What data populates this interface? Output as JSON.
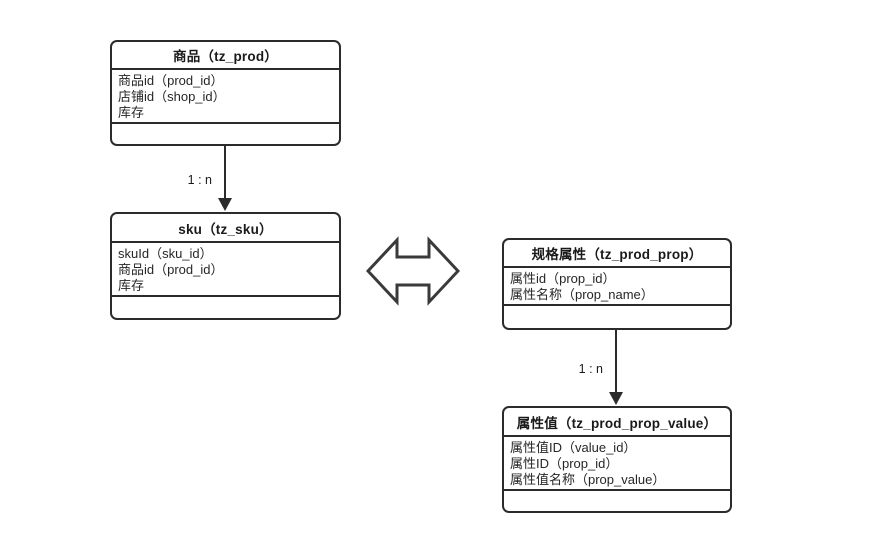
{
  "diagram": {
    "title": "tz_prod / tz_sku / tz_prod_prop ER diagram",
    "background_color": "#ffffff",
    "line_color": "#2b2b2b",
    "text_color": "#262626"
  },
  "entities": [
    {
      "id": "tz_prod",
      "title": "商品（tz_prod）",
      "attributes": [
        "商品id（prod_id）",
        "店铺id（shop_id）",
        "库存"
      ],
      "footer": ""
    },
    {
      "id": "tz_sku",
      "title": "sku（tz_sku）",
      "attributes": [
        "skuId（sku_id）",
        "商品id（prod_id）",
        "库存"
      ],
      "footer": ""
    },
    {
      "id": "tz_prod_prop",
      "title": "规格属性（tz_prod_prop）",
      "attributes": [
        "属性id（prop_id）",
        "属性名称（prop_name）"
      ],
      "footer": ""
    },
    {
      "id": "tz_prod_prop_value",
      "title": "属性值（tz_prod_prop_value）",
      "attributes": [
        "属性值ID（value_id）",
        "属性ID（prop_id）",
        "属性值名称（prop_value）"
      ],
      "footer": ""
    }
  ],
  "relations": [
    {
      "id": "prod-to-sku",
      "label": "1 : n",
      "from": "tz_prod",
      "to": "tz_sku"
    },
    {
      "id": "prop-to-prop-value",
      "label": "1 : n",
      "from": "tz_prod_prop",
      "to": "tz_prod_prop_value"
    }
  ],
  "link": {
    "id": "sku-prop-link",
    "icon": "double-headed-arrow"
  }
}
